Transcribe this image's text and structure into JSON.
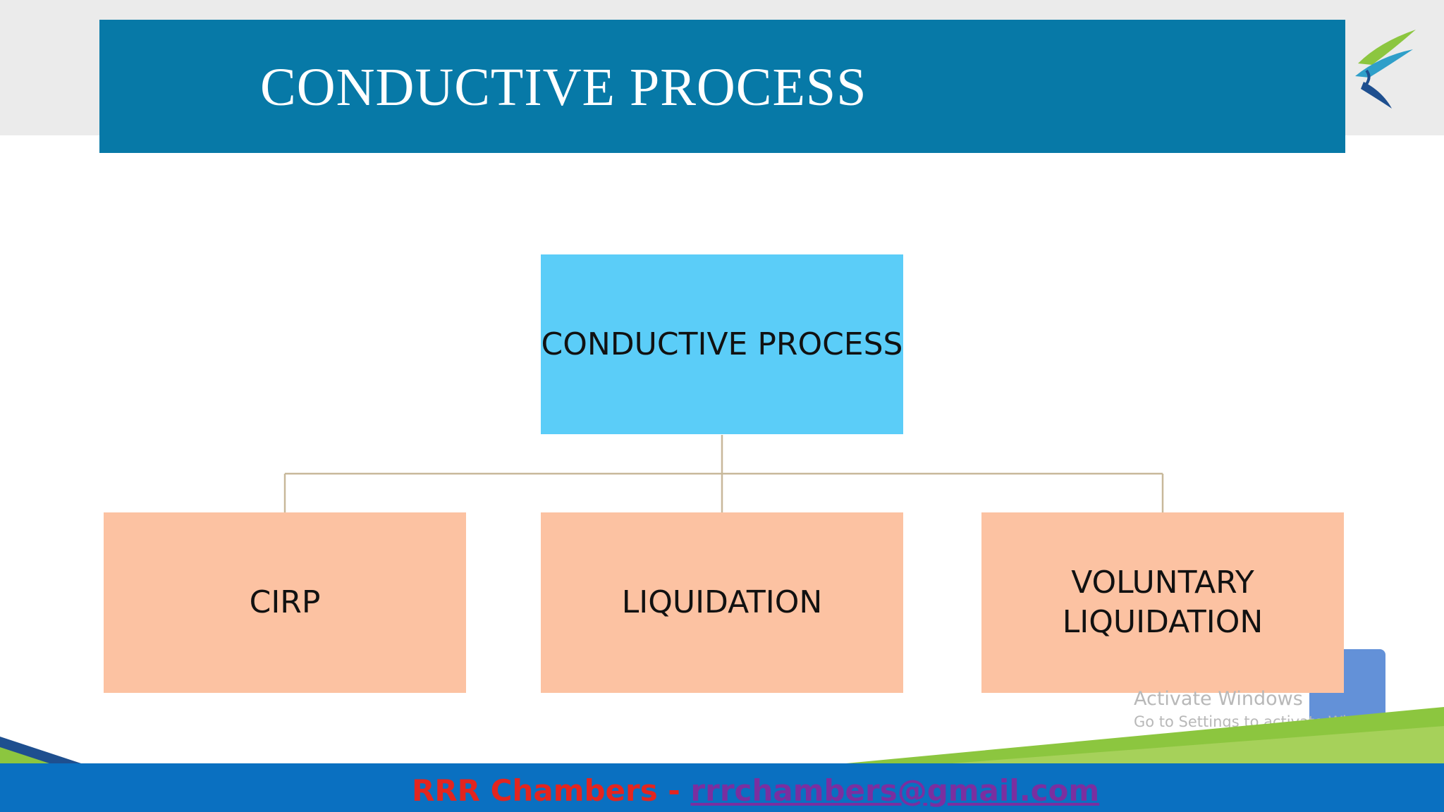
{
  "slide": {
    "title": "CONDUCTIVE PROCESS"
  },
  "diagram": {
    "root": {
      "label": "CONDUCTIVE PROCESS"
    },
    "children": [
      {
        "lines": [
          "CIRP"
        ]
      },
      {
        "lines": [
          "LIQUIDATION"
        ]
      },
      {
        "lines": [
          "VOLUNTARY",
          "LIQUIDATION"
        ]
      }
    ]
  },
  "watermark": {
    "line1": "Activate Windows",
    "line2": "Go to Settings to activate Windows."
  },
  "footer": {
    "name": "RRR Chambers - ",
    "email": "rrrchambers@gmail.com"
  },
  "colors": {
    "title_bar": "#0779a7",
    "root_box": "#5bcdf8",
    "child_box": "#fcc2a2",
    "connector": "#c8b89a",
    "footer_bar": "#0a70c1",
    "footer_name": "#e3251f",
    "footer_email": "#7a2fa0",
    "accent_green": "#8cc63f"
  },
  "icons": {
    "logo": "bird-logo-icon"
  }
}
